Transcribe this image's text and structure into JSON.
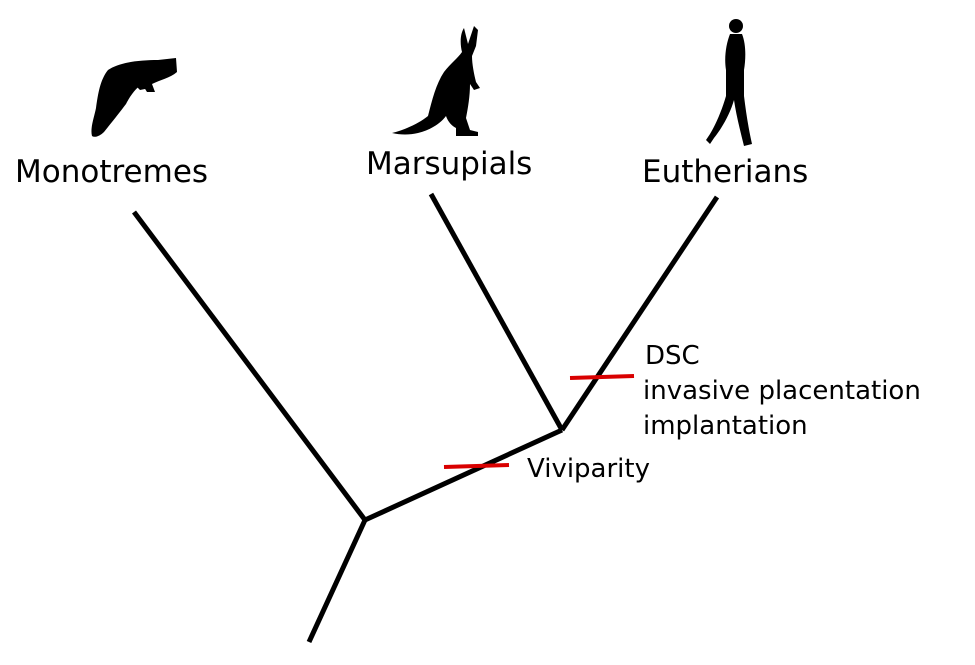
{
  "taxa": {
    "monotremes": "Monotremes",
    "marsupials": "Marsupials",
    "eutherians": "Eutherians"
  },
  "traits": {
    "viviparity": "Viviparity",
    "placental_traits": [
      "DSC",
      "invasive placentation",
      "implantation"
    ]
  },
  "colors": {
    "branch": "#000000",
    "trait_marker": "#d90000"
  },
  "icons": [
    "platypus-silhouette",
    "kangaroo-silhouette",
    "human-silhouette"
  ]
}
